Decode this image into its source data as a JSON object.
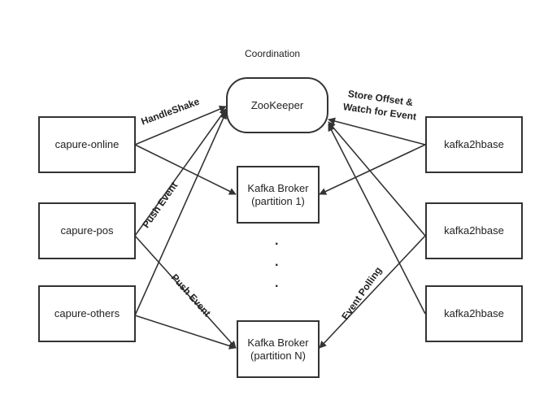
{
  "title": "Coordination",
  "nodes": {
    "zookeeper": "ZooKeeper",
    "broker1": {
      "line1": "Kafka Broker",
      "line2": "(partition 1)"
    },
    "brokerN": {
      "line1": "Kafka Broker",
      "line2": "(partition N)"
    },
    "producers": [
      "capure-online",
      "capure-pos",
      "capure-others"
    ],
    "consumers": [
      "kafka2hbase",
      "kafka2hbase",
      "kafka2hbase"
    ]
  },
  "edge_labels": {
    "handshake": "HandleShake",
    "push_event_1": "Push Event",
    "push_event_2": "Push Event",
    "store_offset_1": "Store Offset &",
    "store_offset_2": "Watch for Event",
    "event_polling": "Event Polling"
  },
  "ellipsis": [
    "·",
    "·",
    "·"
  ],
  "colors": {
    "stroke": "#333333",
    "text": "#222222"
  }
}
